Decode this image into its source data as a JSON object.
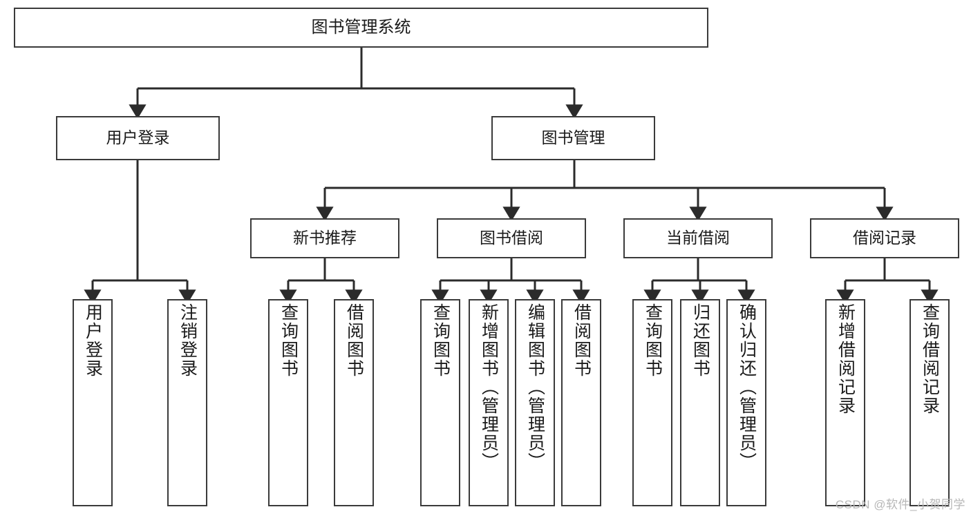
{
  "diagram": {
    "title": "图书管理系统",
    "type": "hierarchy-tree",
    "orientation": "top-down",
    "colors": {
      "box_border": "#3a3a3a",
      "box_fill": "#ffffff",
      "edge": "#2b2b2b",
      "text": "#1a1a1a",
      "watermark": "#b7b7b7",
      "background": "#ffffff"
    },
    "root": {
      "label": "图书管理系统"
    },
    "level2": [
      {
        "label": "用户登录"
      },
      {
        "label": "图书管理"
      }
    ],
    "level3": [
      {
        "label": "新书推荐"
      },
      {
        "label": "图书借阅"
      },
      {
        "label": "当前借阅"
      },
      {
        "label": "借阅记录"
      }
    ],
    "leaves": {
      "user_login": [
        {
          "label": "用户登录"
        },
        {
          "label": "注销登录"
        }
      ],
      "new_book_recommend": [
        {
          "label": "查询图书"
        },
        {
          "label": "借阅图书"
        }
      ],
      "book_borrow": [
        {
          "label": "查询图书"
        },
        {
          "label": "新增图书（管理员）"
        },
        {
          "label": "编辑图书（管理员）"
        },
        {
          "label": "借阅图书"
        }
      ],
      "current_borrow": [
        {
          "label": "查询图书"
        },
        {
          "label": "归还图书"
        },
        {
          "label": "确认归还（管理员）"
        }
      ],
      "borrow_record": [
        {
          "label": "新增借阅记录"
        },
        {
          "label": "查询借阅记录"
        }
      ]
    }
  },
  "watermark": {
    "text": "CSDN @软件_小贺同学"
  }
}
